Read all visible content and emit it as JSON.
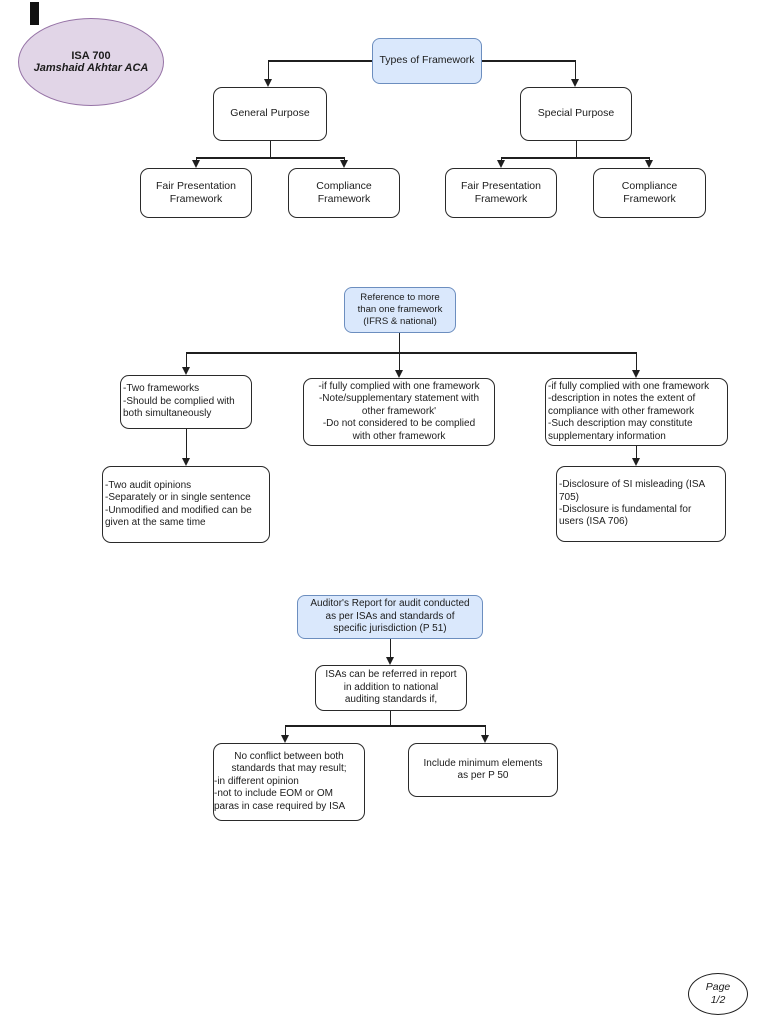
{
  "badge": {
    "title": "ISA 700",
    "author": "Jamshaid Akhtar ACA"
  },
  "page_indicator": {
    "label": "Page",
    "number": "1/2"
  },
  "colors": {
    "blue_fill": "#dae8fc",
    "blue_border": "#6c8ebf",
    "purple_fill": "#e1d5e7",
    "purple_border": "#9673a6",
    "line": "#1f1f1f",
    "background": "#ffffff"
  },
  "framework_types": {
    "root": "Types of Framework",
    "general": "General Purpose",
    "special": "Special Purpose",
    "general_fair": "Fair Presentation\nFramework",
    "general_compliance": "Compliance\nFramework",
    "special_fair": "Fair Presentation\nFramework",
    "special_compliance": "Compliance\nFramework"
  },
  "multi_framework": {
    "root": "Reference to more\nthan one framework\n(IFRS & national)",
    "both_frameworks": "-Two frameworks\n-Should be complied with\nboth simultaneously",
    "two_opinions": "-Two audit opinions\n-Separately or in single sentence\n-Unmodified and modified can be\ngiven at the same time",
    "note_supplementary": "-if fully complied with one framework\n-Note/supplementary statement with\nother framework'\n-Do not considered to be complied\nwith other framework",
    "description_in_notes": "-if fully complied with one framework\n-description in notes the extent of\ncompliance with other framework\n-Such description may constitute\nsupplementary information",
    "disclosure": "-Disclosure of SI misleading (ISA\n705)\n-Disclosure is fundamental for\nusers (ISA 706)"
  },
  "jurisdiction_report": {
    "root": "Auditor's Report for audit conducted\nas per ISAs and standards of\nspecific jurisdiction (P 51)",
    "condition": "ISAs can be referred in report\nin addition to national\nauditing standards if,",
    "no_conflict_head": "No conflict between both\nstandards that may result;",
    "no_conflict_items": "-in different opinion\n-not to include EOM or OM\nparas in case required by ISA",
    "minimum_elements": "Include minimum elements\nas per P 50"
  }
}
